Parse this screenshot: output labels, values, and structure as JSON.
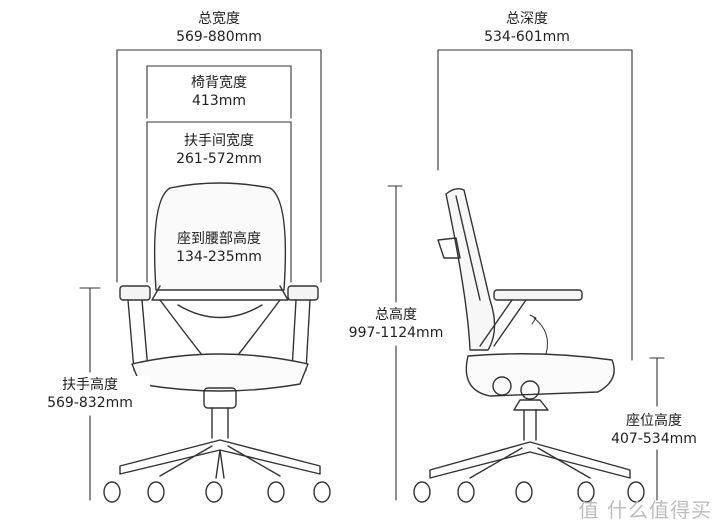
{
  "front_view": {
    "overall_width": {
      "title": "总宽度",
      "value": "569-880mm"
    },
    "backrest_width": {
      "title": "椅背宽度",
      "value": "413mm"
    },
    "armrest_spacing": {
      "title": "扶手间宽度",
      "value": "261-572mm"
    },
    "lumbar_height": {
      "title": "座到腰部高度",
      "value": "134-235mm"
    },
    "armrest_height": {
      "title": "扶手高度",
      "value": "569-832mm"
    }
  },
  "side_view": {
    "overall_depth": {
      "title": "总深度",
      "value": "534-601mm"
    },
    "overall_height": {
      "title": "总高度",
      "value": "997-1124mm"
    },
    "seat_height": {
      "title": "座位高度",
      "value": "407-534mm"
    }
  },
  "watermark": "值 什么值得买"
}
